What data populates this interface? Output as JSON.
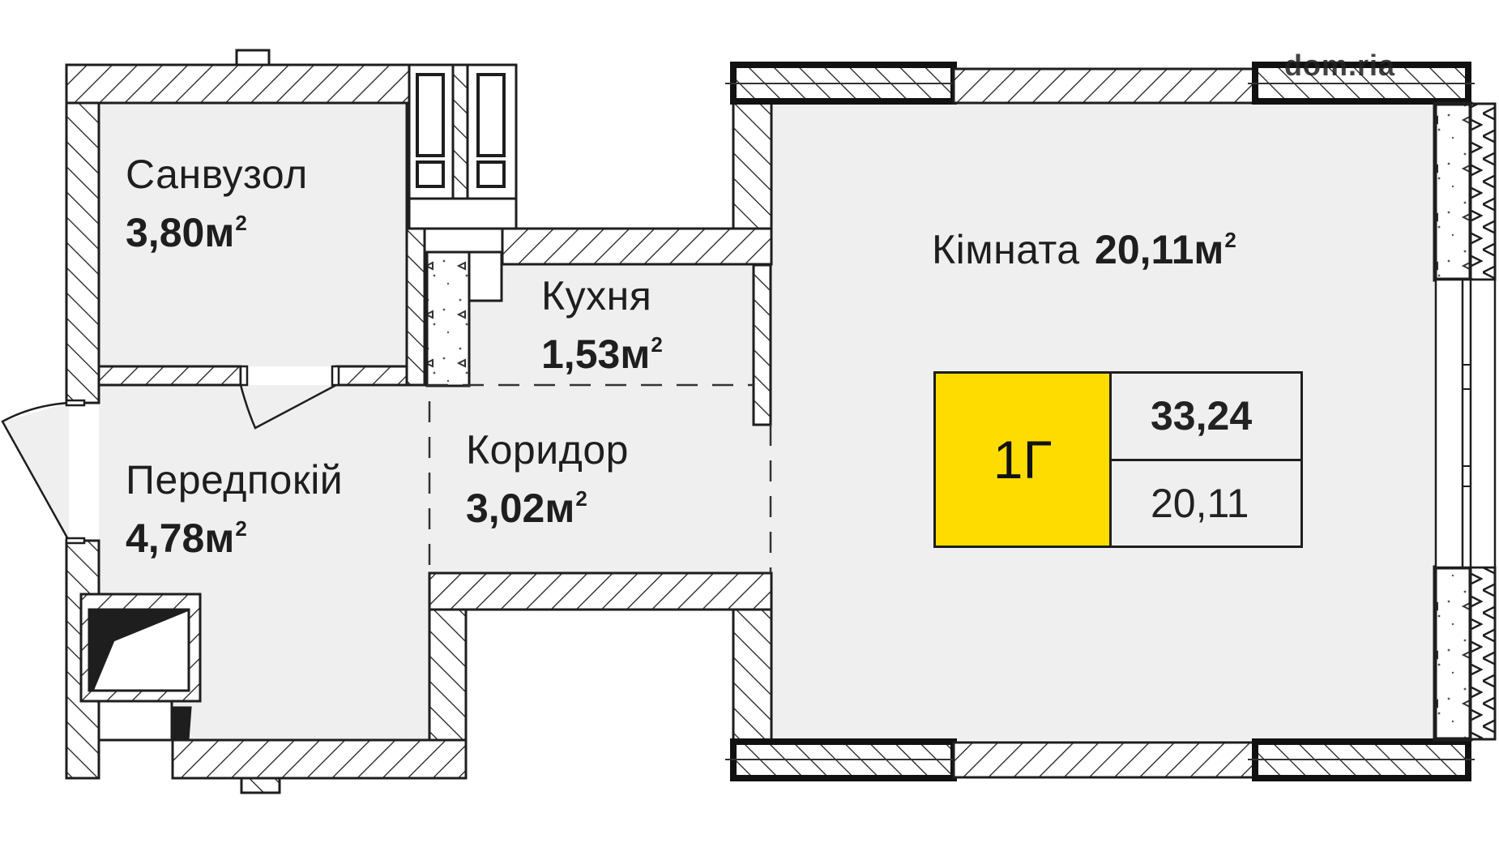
{
  "plan": {
    "unit_code": "1Г",
    "total_area": "33,24",
    "living_area": "20,11",
    "accent_color": "#ffdc00",
    "floor_color": "#efefef",
    "wall_color": "#1e1e1e",
    "area_unit": "м",
    "area_unit_power": "2",
    "watermark": "dom.ria"
  },
  "rooms": [
    {
      "id": "bathroom",
      "name": "Санвузол",
      "area": "3,80"
    },
    {
      "id": "kitchen",
      "name": "Кухня",
      "area": "1,53"
    },
    {
      "id": "room",
      "name": "Кімната",
      "area": "20,11"
    },
    {
      "id": "hallway",
      "name": "Передпокій",
      "area": "4,78"
    },
    {
      "id": "corridor",
      "name": "Коридор",
      "area": "3,02"
    }
  ]
}
